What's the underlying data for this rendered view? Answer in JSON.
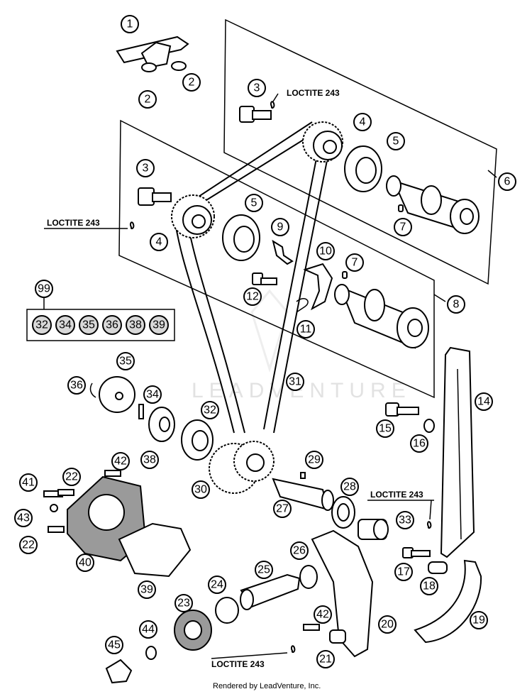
{
  "watermark": "LEADVENTURE",
  "footer": "Rendered by LeadVenture, Inc.",
  "notes": {
    "loctite_top": "LOCTITE 243",
    "loctite_left": "LOCTITE 243",
    "loctite_right": "LOCTITE 243",
    "loctite_bottom": "LOCTITE 243"
  },
  "callouts": {
    "c1": "1",
    "c2a": "2",
    "c2b": "2",
    "c3a": "3",
    "c3b": "3",
    "c4a": "4",
    "c4b": "4",
    "c5a": "5",
    "c5b": "5",
    "c6": "6",
    "c7a": "7",
    "c7b": "7",
    "c8": "8",
    "c9": "9",
    "c10": "10",
    "c11": "11",
    "c12": "12",
    "c14": "14",
    "c15": "15",
    "c16": "16",
    "c17": "17",
    "c18": "18",
    "c19": "19",
    "c20": "20",
    "c21": "21",
    "c22a": "22",
    "c22b": "22",
    "c23": "23",
    "c24": "24",
    "c25": "25",
    "c26": "26",
    "c27": "27",
    "c28": "28",
    "c29": "29",
    "c30": "30",
    "c31": "31",
    "c32": "32",
    "c33": "33",
    "c34": "34",
    "c35": "35",
    "c36": "36",
    "c38": "38",
    "c39": "39",
    "c40": "40",
    "c41": "41",
    "c42a": "42",
    "c42b": "42",
    "c43": "43",
    "c44": "44",
    "c45": "45",
    "c99": "99"
  },
  "kit": [
    "32",
    "34",
    "35",
    "36",
    "38",
    "39"
  ]
}
